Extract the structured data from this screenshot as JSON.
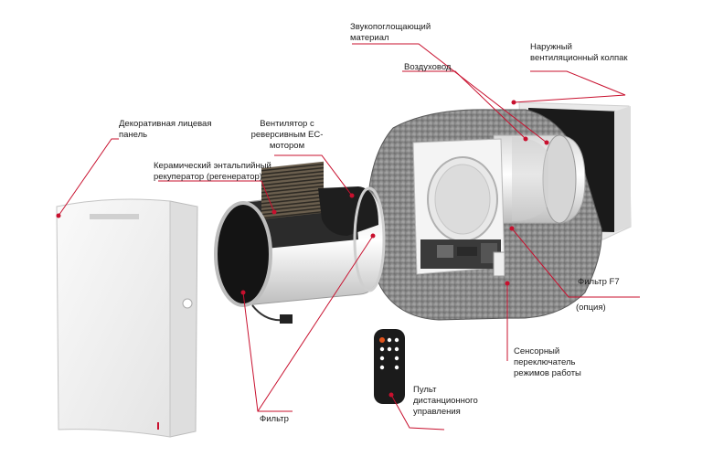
{
  "labels": {
    "sound_absorbing": "Звукопоглощающий\nматериал",
    "outer_hood": "Наружный\nвентиляционный колпак",
    "air_duct": "Воздуховод",
    "decorative_panel": "Декоративная лицевая\nпанель",
    "fan": "Вентилятор с\nреверсивным ЕС-\nмотором",
    "recuperator": "Керамический энтальпийный\nрекуператор (регенератор)",
    "filter_f7": "Фильтр F7",
    "filter_f7_option": "(опция)",
    "touch_switch": "Сенсорный\nпереключатель\nрежимов работы",
    "remote": "Пульт\nдистанционного\nуправления",
    "filter": "Фильтр"
  },
  "colors": {
    "leader_line": "#c8102e",
    "dot": "#c8102e",
    "concrete": "#8a8a8a",
    "white_plastic": "#f2f2f2",
    "remote_body": "#1b1b1b",
    "remote_accent": "#e2541c"
  }
}
